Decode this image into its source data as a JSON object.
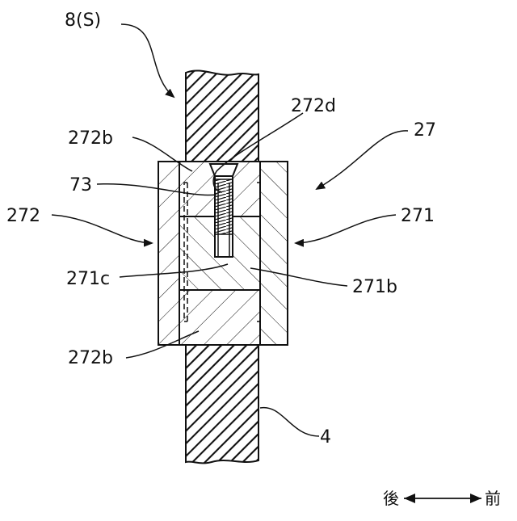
{
  "labels": {
    "member_8s": "8(S)",
    "screw_head_ref": "272d",
    "assembly": "27",
    "upper_part": "272b",
    "screw": "73",
    "left_member": "272",
    "right_member": "271",
    "inner_boundary": "271c",
    "inner_block": "271b",
    "lower_part": "272b",
    "panel_4": "4"
  },
  "direction": {
    "back": "後",
    "front": "前"
  }
}
